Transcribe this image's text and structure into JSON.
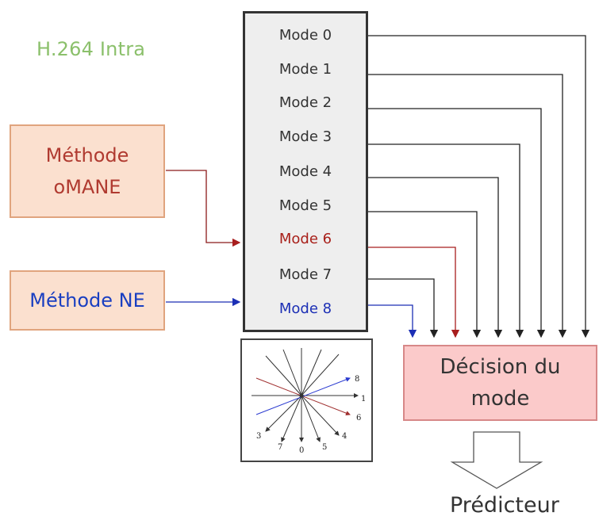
{
  "title": "H.264 Intra",
  "methods": {
    "omane": "Méthode oMANE",
    "ne": "Méthode NE"
  },
  "modes": [
    "Mode 0",
    "Mode 1",
    "Mode 2",
    "Mode 3",
    "Mode 4",
    "Mode 5",
    "Mode 6",
    "Mode 7",
    "Mode 8"
  ],
  "decision": "Décision du mode",
  "output": "Prédicteur",
  "direction_labels": [
    "8",
    "1",
    "6",
    "4",
    "5",
    "0",
    "7",
    "3"
  ],
  "colors": {
    "omane_arrow": "#8b1a1a",
    "ne_arrow": "#1c2fb5",
    "title_green": "#8bc06b"
  }
}
